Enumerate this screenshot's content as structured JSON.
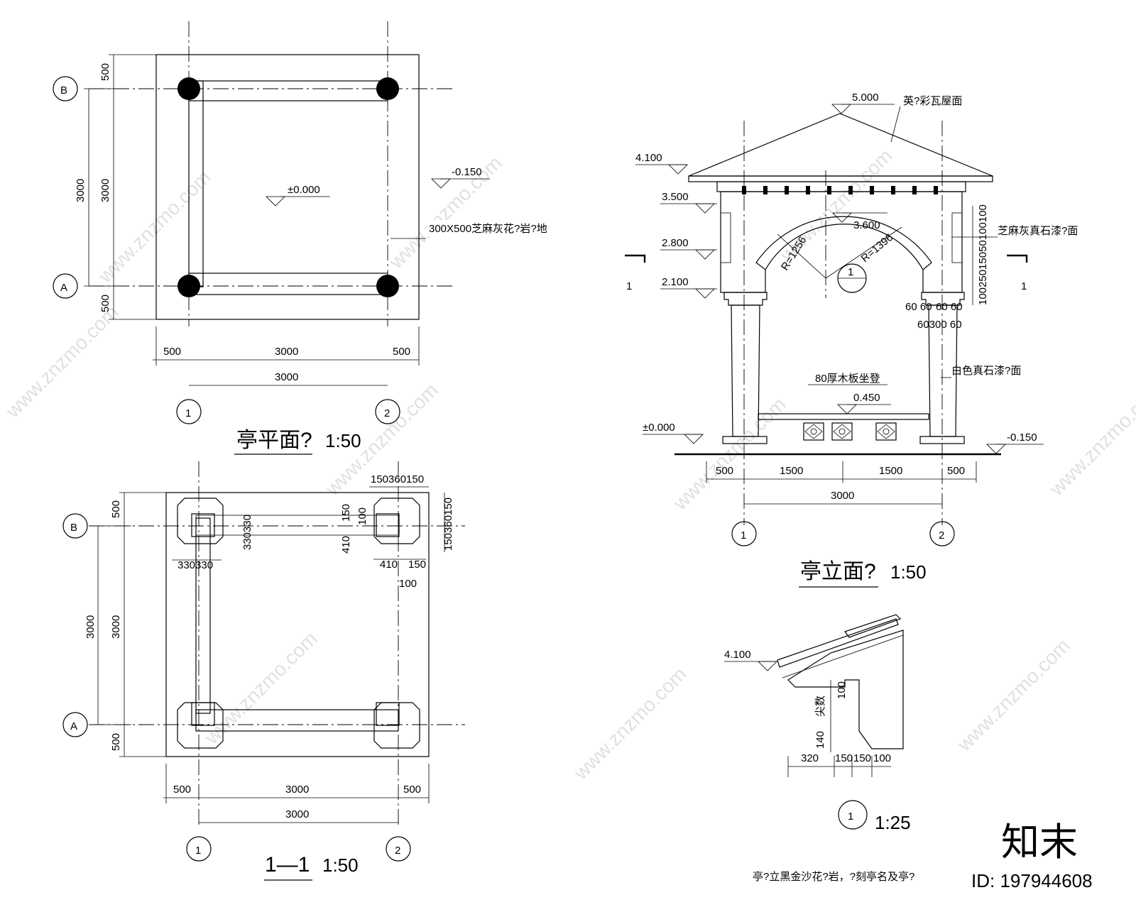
{
  "plan": {
    "title": "亭平面?",
    "scale": "1:50",
    "dims_top_side": [
      "500",
      "3000",
      "3000",
      "500"
    ],
    "dims_bottom": [
      "500",
      "3000",
      "500"
    ],
    "dim_total": "3000",
    "elev_floor": "±0.000",
    "elev_outside": "-0.150",
    "note_paving": "300X500芝麻灰花?岩?地",
    "axes_x": [
      "1",
      "2"
    ],
    "axes_y": [
      "B",
      "A"
    ]
  },
  "section": {
    "title": "1—1",
    "scale": "1:50",
    "dims_left": [
      "500",
      "3000",
      "3000",
      "500"
    ],
    "dims_bottom": [
      "500",
      "3000",
      "500"
    ],
    "dim_total": "3000",
    "dims_col_top": "150360150",
    "dims_col_side": "150360150",
    "dim_330a": "330330",
    "dim_330b": "330330",
    "dim_410a": "410",
    "dim_150a": "150",
    "dim_100a": "100",
    "dim_410b": "410",
    "dim_150b": "150",
    "dim_100b": "100",
    "axes_x": [
      "1",
      "2"
    ],
    "axes_y": [
      "B",
      "A"
    ]
  },
  "elevation": {
    "title": "亭立面?",
    "scale": "1:50",
    "roof_note": "英?彩瓦屋面",
    "stone_note": "芝麻灰真石漆?面",
    "white_note": "白色真石漆?面",
    "seat_note": "80厚木板坐登",
    "elevs": [
      "5.000",
      "4.100",
      "3.500",
      "2.800",
      "2.100",
      "3.600",
      "0.450",
      "±0.000",
      "-0.150"
    ],
    "r1": "R=1256",
    "r2": "R=1396",
    "dims_bottom": [
      "500",
      "1500",
      "1500",
      "500"
    ],
    "dim_total": "3000",
    "dims_right": "10025015050100100",
    "dims_col_a": "60 60",
    "dims_col_b": "60 60",
    "dims_col_c": "60300 60",
    "section_mark": "1",
    "detail_mark": "1",
    "axes_x": [
      "1",
      "2"
    ]
  },
  "detail": {
    "mark": "1",
    "scale": "1:25",
    "elev": "4.100",
    "dims": [
      "320",
      "150",
      "150",
      "100"
    ],
    "dim_v1": "100",
    "dim_v2": "140",
    "dim_v3": "尖数",
    "footer_note": "亭?立黑金沙花?岩，?刻亭名及亭?"
  },
  "watermark": {
    "site": "www.znzmo.com",
    "logo": "知末",
    "id": "ID: 197944608"
  }
}
